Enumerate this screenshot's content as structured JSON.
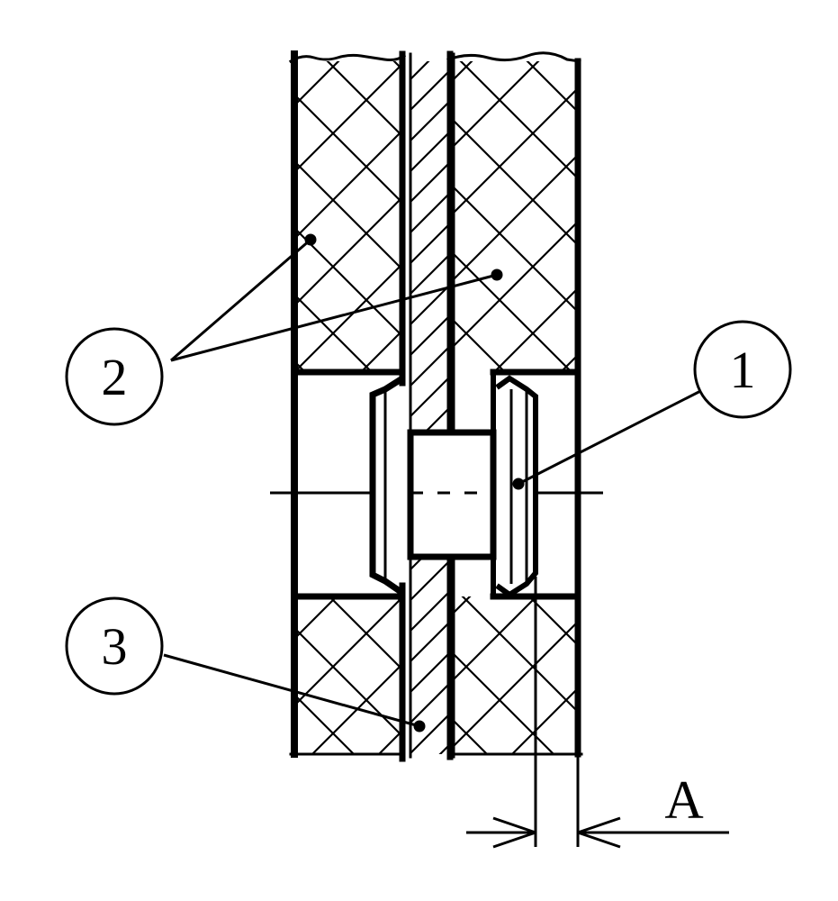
{
  "callouts": {
    "c1": "1",
    "c2": "2",
    "c3": "3"
  },
  "dimension": {
    "label": "A"
  },
  "colors": {
    "line": "#000000",
    "background": "#ffffff"
  }
}
